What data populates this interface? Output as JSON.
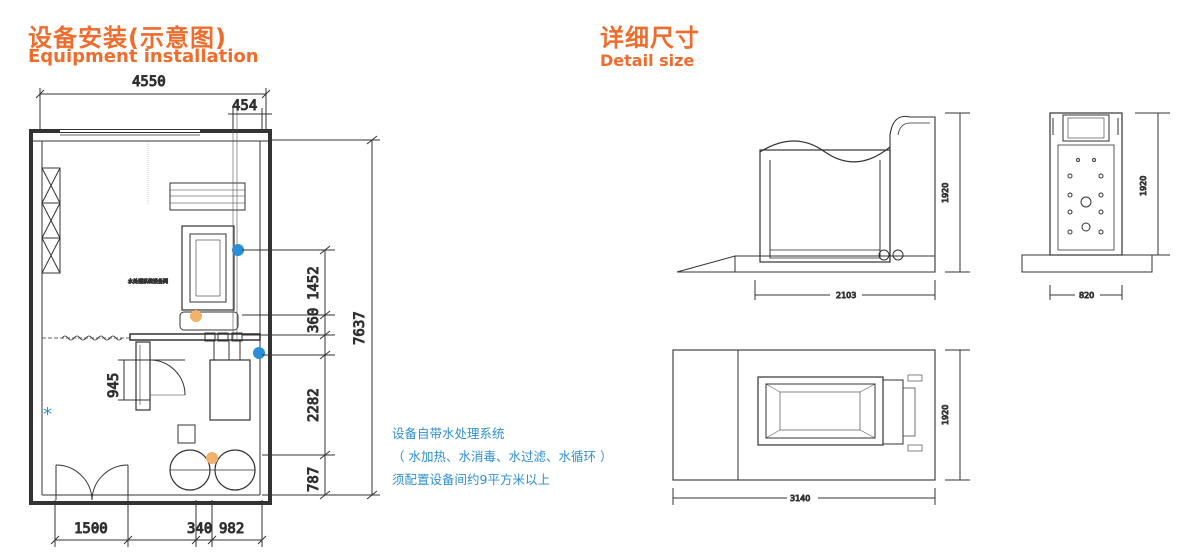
{
  "titles": {
    "install_cn": "设备安装(示意图)",
    "install_en": "Equipment installation",
    "detail_cn": "详细尺寸",
    "detail_en": "Detail size"
  },
  "plan_dims": {
    "width_total": "4550",
    "top_small": "454",
    "right_1452": "1452",
    "right_360": "360",
    "right_2282": "2282",
    "right_787": "787",
    "height_total": "7637",
    "door_945": "945",
    "bottom_1500": "1500",
    "bottom_340": "340",
    "bottom_982": "982"
  },
  "plan_labels": {
    "equipment_label": "水处理系统设备间"
  },
  "notes": [
    "设备自带水处理系统",
    "（ 水加热、水消毒、水过滤、水循环 ）",
    "须配置设备间约9平方米以上"
  ],
  "detail_dims": {
    "side_width": "2103",
    "side_height": "1920",
    "front_width": "820",
    "front_height": "1920",
    "top_width": "3140",
    "top_height": "1920"
  },
  "colors": {
    "title": "#ef6c2c",
    "note": "#2f8fd0",
    "marker_blue": "#2a8fd8",
    "marker_orange": "#f3b26a"
  }
}
